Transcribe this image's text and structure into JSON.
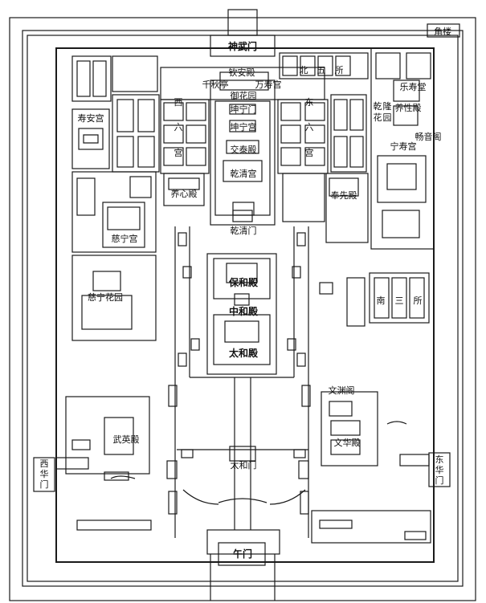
{
  "gates": {
    "north": "神武门",
    "south": "午门",
    "west": [
      "西",
      "华",
      "门"
    ],
    "east": [
      "东",
      "华",
      "门"
    ],
    "corner_tower": "角楼"
  },
  "inner_court": {
    "qinan": "钦安殿",
    "qianqiu": "千秋亭",
    "wanshou": "万寿宫",
    "garden": "御花园",
    "kunning_gate": "坤宁门",
    "kunning_palace": "坤宁宫",
    "jiaotai": "交泰殿",
    "qianqing_palace": "乾清宫",
    "qianqing_gate": "乾清门"
  },
  "west_six": [
    "西",
    "六",
    "宫"
  ],
  "east_six": [
    "东",
    "六",
    "宫"
  ],
  "north_five": [
    "北",
    "五",
    "所"
  ],
  "west_side": {
    "shouan": "寿安宫",
    "yangxin": "养心殿",
    "cining": "慈宁宫",
    "cining_garden": "慈宁花园",
    "wuying": "武英殿"
  },
  "east_side": {
    "fengxian": "奉先殿",
    "leshou": "乐寿堂",
    "qianlong_garden": [
      "乾",
      "隆",
      "花",
      "园"
    ],
    "yangxing": "养性殿",
    "changyin": "畅音阁",
    "ningshou": "宁寿宫",
    "nansan": [
      "南",
      "三",
      "所"
    ],
    "wenyuan": "文渊阁",
    "wenhua": "文华殿"
  },
  "outer_court": {
    "baohe": "保和殿",
    "zhonghe": "中和殿",
    "taihe": "太和殿",
    "taihe_gate": "太和门"
  }
}
